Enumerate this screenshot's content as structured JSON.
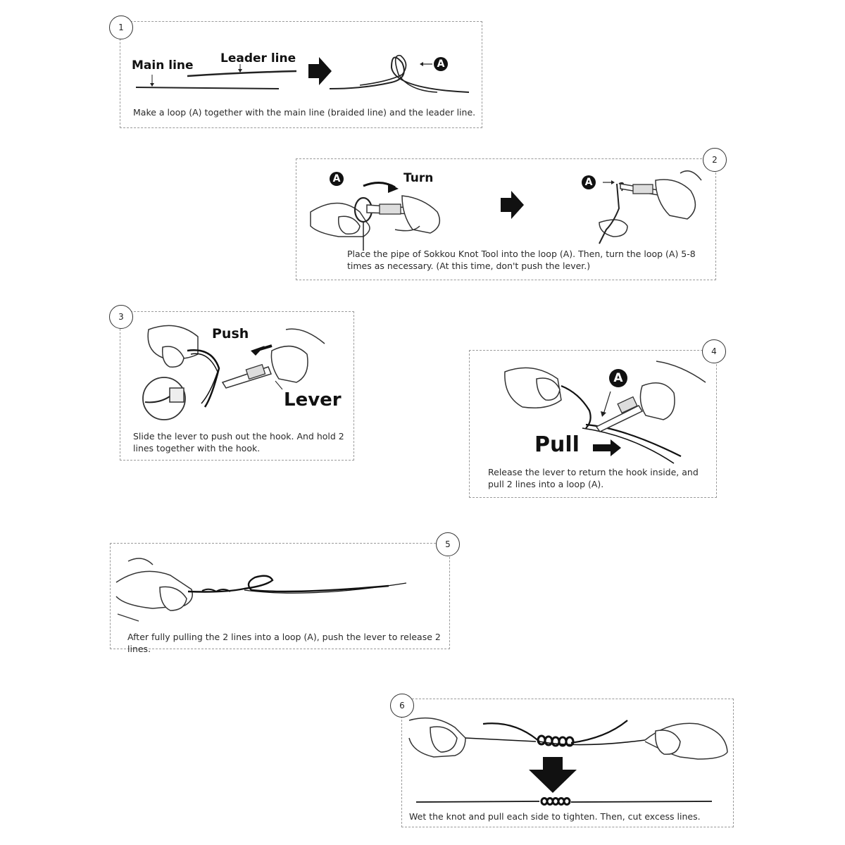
{
  "steps": [
    {
      "number": "1",
      "labels": {
        "main_line": "Main line",
        "leader_line": "Leader line",
        "loop_marker": "A"
      },
      "caption": "Make a loop (A) together with the main line (braided line) and the leader line."
    },
    {
      "number": "2",
      "labels": {
        "marker_left": "A",
        "turn": "Turn",
        "marker_right": "A"
      },
      "caption": "Place the pipe of Sokkou Knot Tool into the loop (A). Then, turn the loop (A) 5-8 times as necessary. (At this time, don't push the lever.)"
    },
    {
      "number": "3",
      "labels": {
        "push": "Push",
        "lever": "Lever"
      },
      "caption": "Slide the lever to push out the hook. And hold 2 lines together with the hook."
    },
    {
      "number": "4",
      "labels": {
        "marker": "A",
        "pull": "Pull"
      },
      "caption": "Release the lever to return the hook inside, and pull 2 lines into a loop (A)."
    },
    {
      "number": "5",
      "caption": "After fully pulling the 2 lines into a loop (A), push the lever to release 2 lines."
    },
    {
      "number": "6",
      "caption": "Wet the knot and pull each side to tighten. Then, cut excess lines."
    }
  ],
  "icons": [
    "right-arrow-icon",
    "down-arrow-icon",
    "hand-illustration",
    "knot-tool-illustration"
  ]
}
